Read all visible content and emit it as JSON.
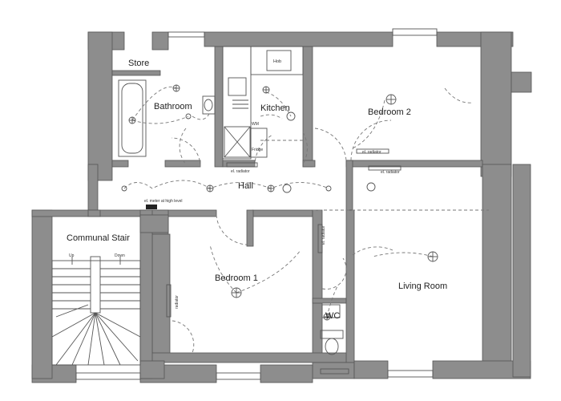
{
  "rooms": {
    "store": "Store",
    "bathroom": "Bathroom",
    "kitchen": "Kitchen",
    "bedroom2": "Bedroom 2",
    "hall": "Hall",
    "bedroom1": "Bedroom 1",
    "living_room": "Living Room",
    "wc": "WC",
    "communal_stair": "Communal Stair"
  },
  "annotations": {
    "hob": "Hob",
    "wm": "WM",
    "fridge": "Fridge",
    "el_radiator": "el. radiator",
    "el_meter": "el. meter at high level",
    "radiator": "radiator",
    "up": "Up",
    "down": "Down"
  },
  "colors": {
    "wall": "#8d8d8d",
    "line": "#555555"
  }
}
